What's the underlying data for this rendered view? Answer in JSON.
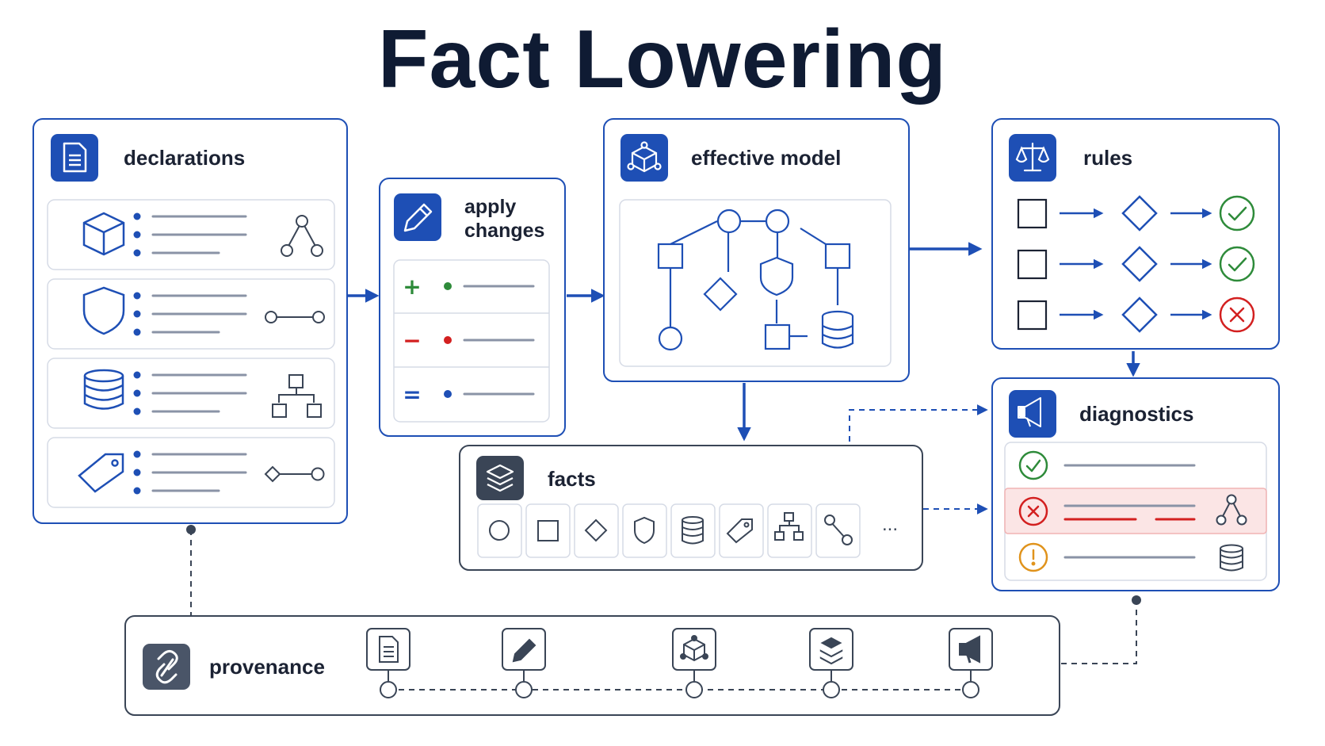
{
  "title": "Fact Lowering",
  "nodes": {
    "declarations": {
      "label": "declarations",
      "icon": "document-icon",
      "rows": [
        "cube-icon",
        "shield-icon",
        "database-icon",
        "tag-icon"
      ],
      "row_glyphs": [
        "tree-icon",
        "link-icon",
        "hierarchy-icon",
        "diamond-link-icon"
      ]
    },
    "apply_changes": {
      "label": "apply changes",
      "icon": "pencil-icon",
      "rows": [
        {
          "symbol": "+",
          "color": "#2e8b3a"
        },
        {
          "symbol": "−",
          "color": "#d32020"
        },
        {
          "symbol": "=",
          "color": "#1e4fb5"
        }
      ]
    },
    "effective_model": {
      "label": "effective model",
      "icon": "cube-network-icon"
    },
    "rules": {
      "label": "rules",
      "icon": "scales-icon",
      "outcomes": [
        "pass",
        "pass",
        "fail"
      ]
    },
    "facts": {
      "label": "facts",
      "icon": "layers-icon",
      "items": [
        "circle-icon",
        "square-icon",
        "diamond-icon",
        "shield-icon",
        "database-icon",
        "tag-icon",
        "hierarchy-icon",
        "link-icon"
      ],
      "more": "..."
    },
    "diagnostics": {
      "label": "diagnostics",
      "icon": "megaphone-icon",
      "rows": [
        "ok",
        "error",
        "warning"
      ]
    },
    "provenance": {
      "label": "provenance",
      "icon": "chain-link-icon",
      "steps": [
        "document-icon",
        "pencil-icon",
        "cube-network-icon",
        "layers-icon",
        "megaphone-icon"
      ]
    }
  },
  "colors": {
    "primary": "#1e4fb5",
    "dark": "#1b2233",
    "ok": "#2e8b3a",
    "error": "#d32020",
    "warning": "#e0931c",
    "facts_badge": "#3a4556",
    "provenance_badge": "#4a5568"
  }
}
